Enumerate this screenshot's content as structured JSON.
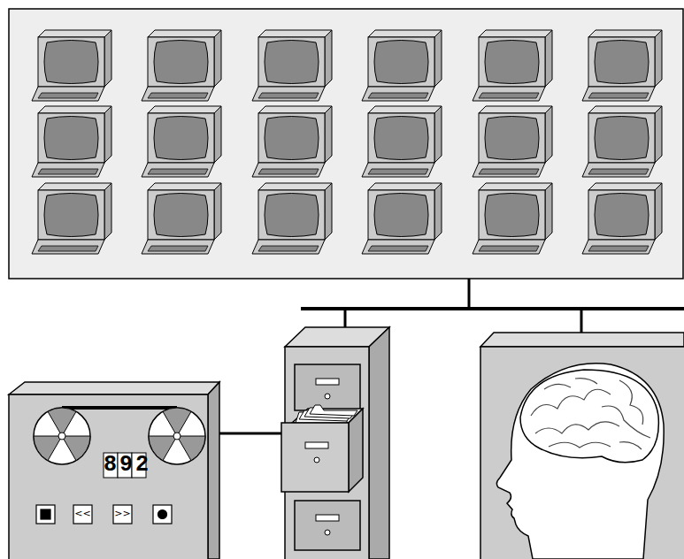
{
  "diagram": {
    "labels": [
      "892",
      "<<",
      ">>"
    ]
  }
}
